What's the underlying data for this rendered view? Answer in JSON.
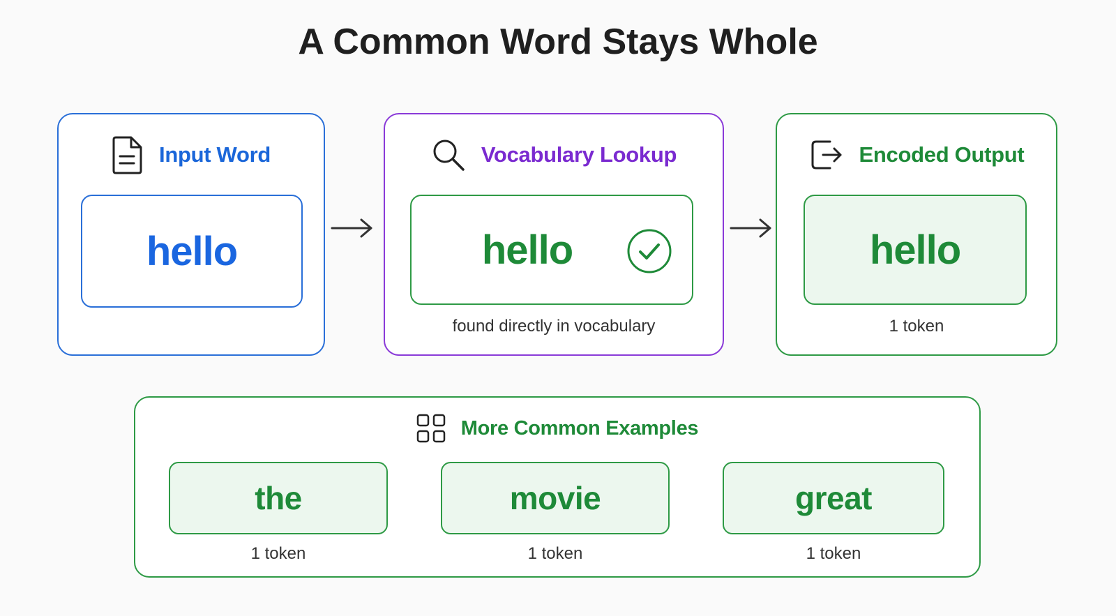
{
  "title": "A Common Word Stays Whole",
  "input_panel": {
    "title": "Input Word",
    "word": "hello",
    "icon": "document-icon"
  },
  "lookup_panel": {
    "title": "Vocabulary Lookup",
    "word": "hello",
    "caption": "found directly in vocabulary",
    "icon": "search-icon",
    "status_icon": "check-circle-icon"
  },
  "output_panel": {
    "title": "Encoded Output",
    "word": "hello",
    "caption": "1 token",
    "icon": "output-icon"
  },
  "examples_panel": {
    "title": "More Common Examples",
    "icon": "grid-icon",
    "items": [
      {
        "word": "the",
        "caption": "1 token"
      },
      {
        "word": "movie",
        "caption": "1 token"
      },
      {
        "word": "great",
        "caption": "1 token"
      }
    ]
  },
  "colors": {
    "blue": "#1a66e0",
    "purple": "#7a2ad0",
    "green": "#1e8a38",
    "green_fill": "#ecf7ee"
  }
}
